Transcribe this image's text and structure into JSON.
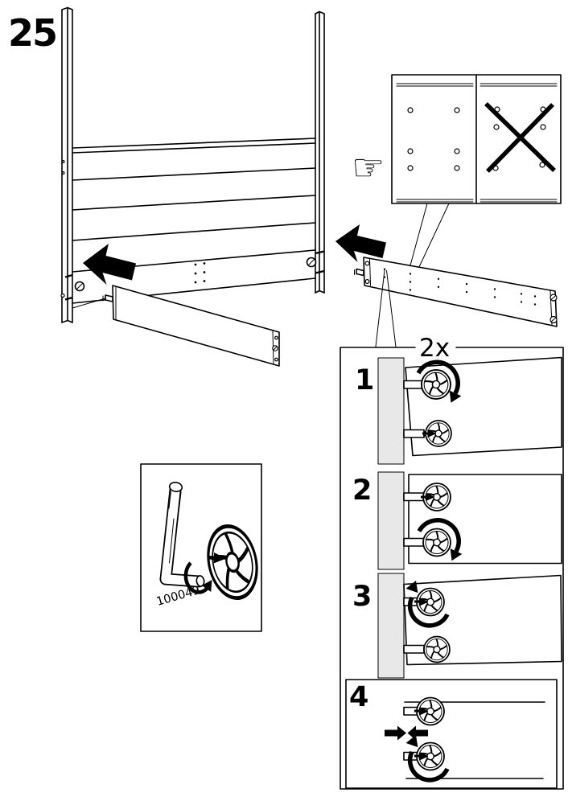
{
  "colors": {
    "background": "#ffffff",
    "line": "#000000",
    "post_fill": "#e8e8e8",
    "arrow": "#000000"
  },
  "main_step": {
    "number": "25"
  },
  "quantity_callout": {
    "label": "2x"
  },
  "substeps": [
    {
      "number": "1"
    },
    {
      "number": "2"
    },
    {
      "number": "3"
    },
    {
      "number": "4"
    }
  ],
  "tool_box": {
    "part_number": "100049"
  },
  "icons": {
    "pointing_hand": "☞"
  }
}
